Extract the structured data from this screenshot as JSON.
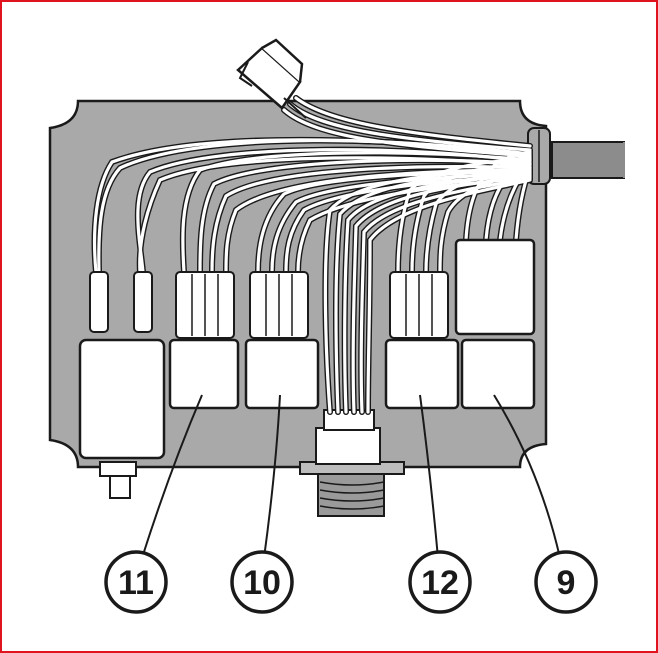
{
  "frame": {
    "border_color": "#e0141e"
  },
  "colors": {
    "panel_fill": "#a9a9a9",
    "outline": "#1a1a1a",
    "wire": "#ffffff",
    "cable": "#8c8c8c",
    "relay_fill": "#ffffff"
  },
  "callouts": [
    {
      "id": "relay-11",
      "label": "11"
    },
    {
      "id": "relay-10",
      "label": "10"
    },
    {
      "id": "relay-12",
      "label": "12"
    },
    {
      "id": "relay-9",
      "label": "9"
    }
  ]
}
